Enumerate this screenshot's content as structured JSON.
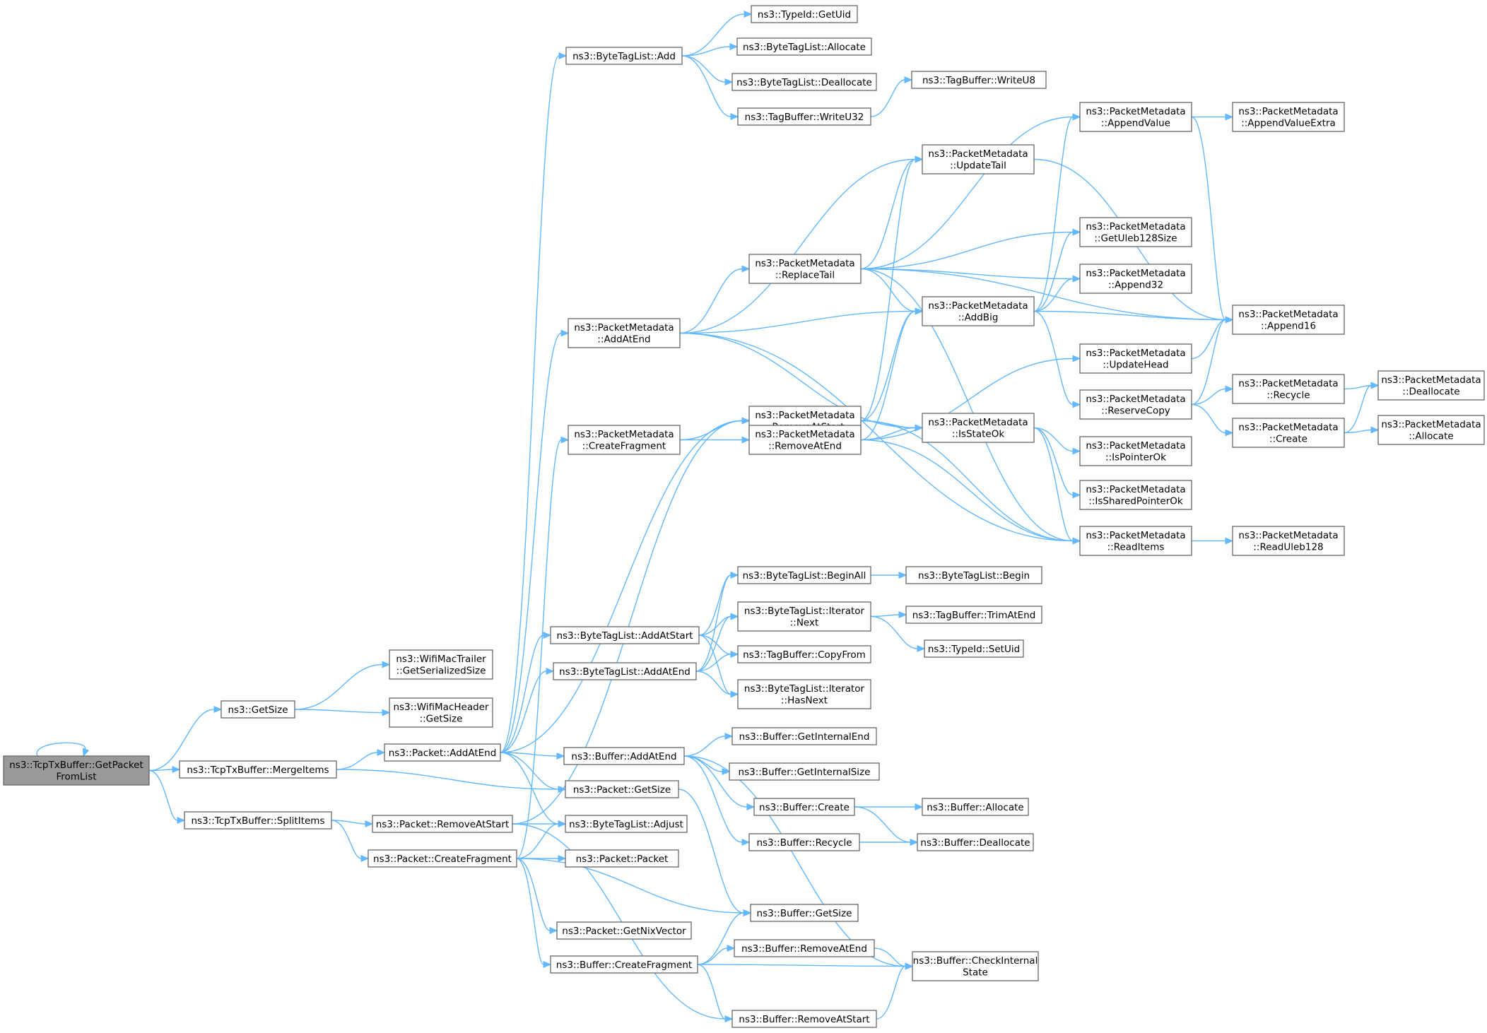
{
  "nodes": [
    {
      "id": "root",
      "lines": [
        "ns3::TcpTxBuffer::GetPacket",
        "FromList"
      ],
      "root": true
    },
    {
      "id": "getsize",
      "lines": [
        "ns3::GetSize"
      ]
    },
    {
      "id": "wmt_gss",
      "lines": [
        "ns3::WifiMacTrailer",
        "::GetSerializedSize"
      ]
    },
    {
      "id": "wmh_gs",
      "lines": [
        "ns3::WifiMacHeader",
        "::GetSize"
      ]
    },
    {
      "id": "merge",
      "lines": [
        "ns3::TcpTxBuffer::MergeItems"
      ]
    },
    {
      "id": "split",
      "lines": [
        "ns3::TcpTxBuffer::SplitItems"
      ]
    },
    {
      "id": "p_addatend",
      "lines": [
        "ns3::Packet::AddAtEnd"
      ]
    },
    {
      "id": "p_getsize",
      "lines": [
        "ns3::Packet::GetSize"
      ]
    },
    {
      "id": "p_removeatstart",
      "lines": [
        "ns3::Packet::RemoveAtStart"
      ]
    },
    {
      "id": "p_createfragment",
      "lines": [
        "ns3::Packet::CreateFragment"
      ]
    },
    {
      "id": "btl_add",
      "lines": [
        "ns3::ByteTagList::Add"
      ]
    },
    {
      "id": "pm_addatend",
      "lines": [
        "ns3::PacketMetadata",
        "::AddAtEnd"
      ]
    },
    {
      "id": "pm_createfragment",
      "lines": [
        "ns3::PacketMetadata",
        "::CreateFragment"
      ]
    },
    {
      "id": "btl_addatstart",
      "lines": [
        "ns3::ByteTagList::AddAtStart"
      ]
    },
    {
      "id": "btl_addatend",
      "lines": [
        "ns3::ByteTagList::AddAtEnd"
      ]
    },
    {
      "id": "b_addatend",
      "lines": [
        "ns3::Buffer::AddAtEnd"
      ]
    },
    {
      "id": "btl_adjust",
      "lines": [
        "ns3::ByteTagList::Adjust"
      ]
    },
    {
      "id": "p_packet",
      "lines": [
        "ns3::Packet::Packet"
      ]
    },
    {
      "id": "p_getnixvector",
      "lines": [
        "ns3::Packet::GetNixVector"
      ]
    },
    {
      "id": "b_createfragment",
      "lines": [
        "ns3::Buffer::CreateFragment"
      ]
    },
    {
      "id": "typeid_getuid",
      "lines": [
        "ns3::TypeId::GetUid"
      ]
    },
    {
      "id": "btl_allocate",
      "lines": [
        "ns3::ByteTagList::Allocate"
      ]
    },
    {
      "id": "btl_deallocate",
      "lines": [
        "ns3::ByteTagList::Deallocate"
      ]
    },
    {
      "id": "tb_writeu32",
      "lines": [
        "ns3::TagBuffer::WriteU32"
      ]
    },
    {
      "id": "pm_replacetail",
      "lines": [
        "ns3::PacketMetadata",
        "::ReplaceTail"
      ]
    },
    {
      "id": "pm_removeatstart",
      "lines": [
        "ns3::PacketMetadata",
        "::RemoveAtStart"
      ]
    },
    {
      "id": "pm_removeatend",
      "lines": [
        "ns3::PacketMetadata",
        "::RemoveAtEnd"
      ]
    },
    {
      "id": "btl_beginall",
      "lines": [
        "ns3::ByteTagList::BeginAll"
      ]
    },
    {
      "id": "btl_it_next",
      "lines": [
        "ns3::ByteTagList::Iterator",
        "::Next"
      ]
    },
    {
      "id": "tb_copyfrom",
      "lines": [
        "ns3::TagBuffer::CopyFrom"
      ]
    },
    {
      "id": "btl_it_hasnext",
      "lines": [
        "ns3::ByteTagList::Iterator",
        "::HasNext"
      ]
    },
    {
      "id": "b_getinternalend",
      "lines": [
        "ns3::Buffer::GetInternalEnd"
      ]
    },
    {
      "id": "b_getinternalsize",
      "lines": [
        "ns3::Buffer::GetInternalSize"
      ]
    },
    {
      "id": "b_create",
      "lines": [
        "ns3::Buffer::Create"
      ]
    },
    {
      "id": "b_recycle",
      "lines": [
        "ns3::Buffer::Recycle"
      ]
    },
    {
      "id": "b_getsize",
      "lines": [
        "ns3::Buffer::GetSize"
      ]
    },
    {
      "id": "b_removeatend",
      "lines": [
        "ns3::Buffer::RemoveAtEnd"
      ]
    },
    {
      "id": "b_removeatstart",
      "lines": [
        "ns3::Buffer::RemoveAtStart"
      ]
    },
    {
      "id": "tb_writeu8",
      "lines": [
        "ns3::TagBuffer::WriteU8"
      ]
    },
    {
      "id": "pm_updatetail",
      "lines": [
        "ns3::PacketMetadata",
        "::UpdateTail"
      ]
    },
    {
      "id": "pm_addbig",
      "lines": [
        "ns3::PacketMetadata",
        "::AddBig"
      ]
    },
    {
      "id": "pm_isstateok",
      "lines": [
        "ns3::PacketMetadata",
        "::IsStateOk"
      ]
    },
    {
      "id": "pm_readitems",
      "lines": [
        "ns3::PacketMetadata",
        "::ReadItems"
      ]
    },
    {
      "id": "btl_begin",
      "lines": [
        "ns3::ByteTagList::Begin"
      ]
    },
    {
      "id": "tb_trimatend",
      "lines": [
        "ns3::TagBuffer::TrimAtEnd"
      ]
    },
    {
      "id": "typeid_setuid",
      "lines": [
        "ns3::TypeId::SetUid"
      ]
    },
    {
      "id": "b_allocate",
      "lines": [
        "ns3::Buffer::Allocate"
      ]
    },
    {
      "id": "b_deallocate",
      "lines": [
        "ns3::Buffer::Deallocate"
      ]
    },
    {
      "id": "b_checkinternalstate",
      "lines": [
        "ns3::Buffer::CheckInternal",
        "State"
      ]
    },
    {
      "id": "pm_appendvalue",
      "lines": [
        "ns3::PacketMetadata",
        "::AppendValue"
      ]
    },
    {
      "id": "pm_getuleb128size",
      "lines": [
        "ns3::PacketMetadata",
        "::GetUleb128Size"
      ]
    },
    {
      "id": "pm_append32",
      "lines": [
        "ns3::PacketMetadata",
        "::Append32"
      ]
    },
    {
      "id": "pm_updatehead",
      "lines": [
        "ns3::PacketMetadata",
        "::UpdateHead"
      ]
    },
    {
      "id": "pm_reservecopy",
      "lines": [
        "ns3::PacketMetadata",
        "::ReserveCopy"
      ]
    },
    {
      "id": "pm_ispointerok",
      "lines": [
        "ns3::PacketMetadata",
        "::IsPointerOk"
      ]
    },
    {
      "id": "pm_issharedpointerok",
      "lines": [
        "ns3::PacketMetadata",
        "::IsSharedPointerOk"
      ]
    },
    {
      "id": "pm_appendvalueextra",
      "lines": [
        "ns3::PacketMetadata",
        "::AppendValueExtra"
      ]
    },
    {
      "id": "pm_append16",
      "lines": [
        "ns3::PacketMetadata",
        "::Append16"
      ]
    },
    {
      "id": "pm_recycle",
      "lines": [
        "ns3::PacketMetadata",
        "::Recycle"
      ]
    },
    {
      "id": "pm_create",
      "lines": [
        "ns3::PacketMetadata",
        "::Create"
      ]
    },
    {
      "id": "pm_readuleb128",
      "lines": [
        "ns3::PacketMetadata",
        "::ReadUleb128"
      ]
    },
    {
      "id": "pm_deallocate",
      "lines": [
        "ns3::PacketMetadata",
        "::Deallocate"
      ]
    },
    {
      "id": "pm_allocate",
      "lines": [
        "ns3::PacketMetadata",
        "::Allocate"
      ]
    }
  ],
  "edges": [
    [
      "root",
      "root"
    ],
    [
      "root",
      "getsize"
    ],
    [
      "root",
      "merge"
    ],
    [
      "root",
      "split"
    ],
    [
      "getsize",
      "wmt_gss"
    ],
    [
      "getsize",
      "wmh_gs"
    ],
    [
      "merge",
      "p_addatend"
    ],
    [
      "merge",
      "p_getsize"
    ],
    [
      "split",
      "p_removeatstart"
    ],
    [
      "split",
      "p_createfragment"
    ],
    [
      "p_addatend",
      "btl_add"
    ],
    [
      "p_addatend",
      "pm_addatend"
    ],
    [
      "p_addatend",
      "btl_addatstart"
    ],
    [
      "p_addatend",
      "btl_addatend"
    ],
    [
      "p_addatend",
      "b_addatend"
    ],
    [
      "p_addatend",
      "p_getsize"
    ],
    [
      "p_addatend",
      "btl_adjust"
    ],
    [
      "p_addatend",
      "pm_removeatstart"
    ],
    [
      "p_getsize",
      "b_getsize"
    ],
    [
      "p_removeatstart",
      "pm_removeatstart"
    ],
    [
      "p_removeatstart",
      "btl_adjust"
    ],
    [
      "p_removeatstart",
      "b_removeatstart"
    ],
    [
      "p_createfragment",
      "pm_createfragment"
    ],
    [
      "p_createfragment",
      "btl_adjust"
    ],
    [
      "p_createfragment",
      "p_packet"
    ],
    [
      "p_createfragment",
      "b_getsize"
    ],
    [
      "p_createfragment",
      "p_getnixvector"
    ],
    [
      "p_createfragment",
      "b_createfragment"
    ],
    [
      "btl_add",
      "typeid_getuid"
    ],
    [
      "btl_add",
      "btl_allocate"
    ],
    [
      "btl_add",
      "btl_deallocate"
    ],
    [
      "btl_add",
      "tb_writeu32"
    ],
    [
      "tb_writeu32",
      "tb_writeu8"
    ],
    [
      "pm_addatend",
      "pm_updatetail"
    ],
    [
      "pm_addatend",
      "pm_replacetail"
    ],
    [
      "pm_addatend",
      "pm_addbig"
    ],
    [
      "pm_addatend",
      "pm_isstateok"
    ],
    [
      "pm_addatend",
      "pm_readitems"
    ],
    [
      "pm_createfragment",
      "pm_removeatstart"
    ],
    [
      "pm_createfragment",
      "pm_removeatend"
    ],
    [
      "pm_replacetail",
      "pm_appendvalue"
    ],
    [
      "pm_replacetail",
      "pm_updatetail"
    ],
    [
      "pm_replacetail",
      "pm_getuleb128size"
    ],
    [
      "pm_replacetail",
      "pm_append32"
    ],
    [
      "pm_replacetail",
      "pm_addbig"
    ],
    [
      "pm_replacetail",
      "pm_append16"
    ],
    [
      "pm_replacetail",
      "pm_readitems"
    ],
    [
      "pm_removeatstart",
      "pm_updatetail"
    ],
    [
      "pm_removeatstart",
      "pm_addbig"
    ],
    [
      "pm_removeatstart",
      "pm_isstateok"
    ],
    [
      "pm_removeatstart",
      "pm_readitems"
    ],
    [
      "pm_removeatend",
      "pm_addbig"
    ],
    [
      "pm_removeatend",
      "pm_updatehead"
    ],
    [
      "pm_removeatend",
      "pm_isstateok"
    ],
    [
      "pm_removeatend",
      "pm_readitems"
    ],
    [
      "pm_updatetail",
      "pm_append16"
    ],
    [
      "pm_addbig",
      "pm_appendvalue"
    ],
    [
      "pm_addbig",
      "pm_getuleb128size"
    ],
    [
      "pm_addbig",
      "pm_append32"
    ],
    [
      "pm_addbig",
      "pm_append16"
    ],
    [
      "pm_addbig",
      "pm_reservecopy"
    ],
    [
      "pm_isstateok",
      "pm_ispointerok"
    ],
    [
      "pm_isstateok",
      "pm_issharedpointerok"
    ],
    [
      "pm_isstateok",
      "pm_readitems"
    ],
    [
      "pm_appendvalue",
      "pm_appendvalueextra"
    ],
    [
      "pm_appendvalue",
      "pm_append16"
    ],
    [
      "pm_updatehead",
      "pm_append16"
    ],
    [
      "pm_reservecopy",
      "pm_append16"
    ],
    [
      "pm_reservecopy",
      "pm_recycle"
    ],
    [
      "pm_reservecopy",
      "pm_create"
    ],
    [
      "pm_recycle",
      "pm_deallocate"
    ],
    [
      "pm_create",
      "pm_deallocate"
    ],
    [
      "pm_create",
      "pm_allocate"
    ],
    [
      "pm_readitems",
      "pm_readuleb128"
    ],
    [
      "btl_addatstart",
      "btl_beginall"
    ],
    [
      "btl_addatstart",
      "btl_it_next"
    ],
    [
      "btl_addatstart",
      "tb_copyfrom"
    ],
    [
      "btl_addatstart",
      "btl_it_hasnext"
    ],
    [
      "btl_addatend",
      "btl_beginall"
    ],
    [
      "btl_addatend",
      "btl_it_next"
    ],
    [
      "btl_addatend",
      "tb_copyfrom"
    ],
    [
      "btl_addatend",
      "btl_it_hasnext"
    ],
    [
      "btl_beginall",
      "btl_begin"
    ],
    [
      "btl_it_next",
      "tb_trimatend"
    ],
    [
      "btl_it_next",
      "typeid_setuid"
    ],
    [
      "b_addatend",
      "b_getinternalend"
    ],
    [
      "b_addatend",
      "b_getinternalsize"
    ],
    [
      "b_addatend",
      "b_create"
    ],
    [
      "b_addatend",
      "b_recycle"
    ],
    [
      "b_addatend",
      "b_checkinternalstate"
    ],
    [
      "b_create",
      "b_allocate"
    ],
    [
      "b_create",
      "b_deallocate"
    ],
    [
      "b_recycle",
      "b_deallocate"
    ],
    [
      "b_createfragment",
      "b_getsize"
    ],
    [
      "b_createfragment",
      "b_removeatend"
    ],
    [
      "b_createfragment",
      "b_checkinternalstate"
    ],
    [
      "b_createfragment",
      "b_removeatstart"
    ],
    [
      "b_removeatend",
      "b_checkinternalstate"
    ],
    [
      "b_removeatstart",
      "b_checkinternalstate"
    ]
  ]
}
